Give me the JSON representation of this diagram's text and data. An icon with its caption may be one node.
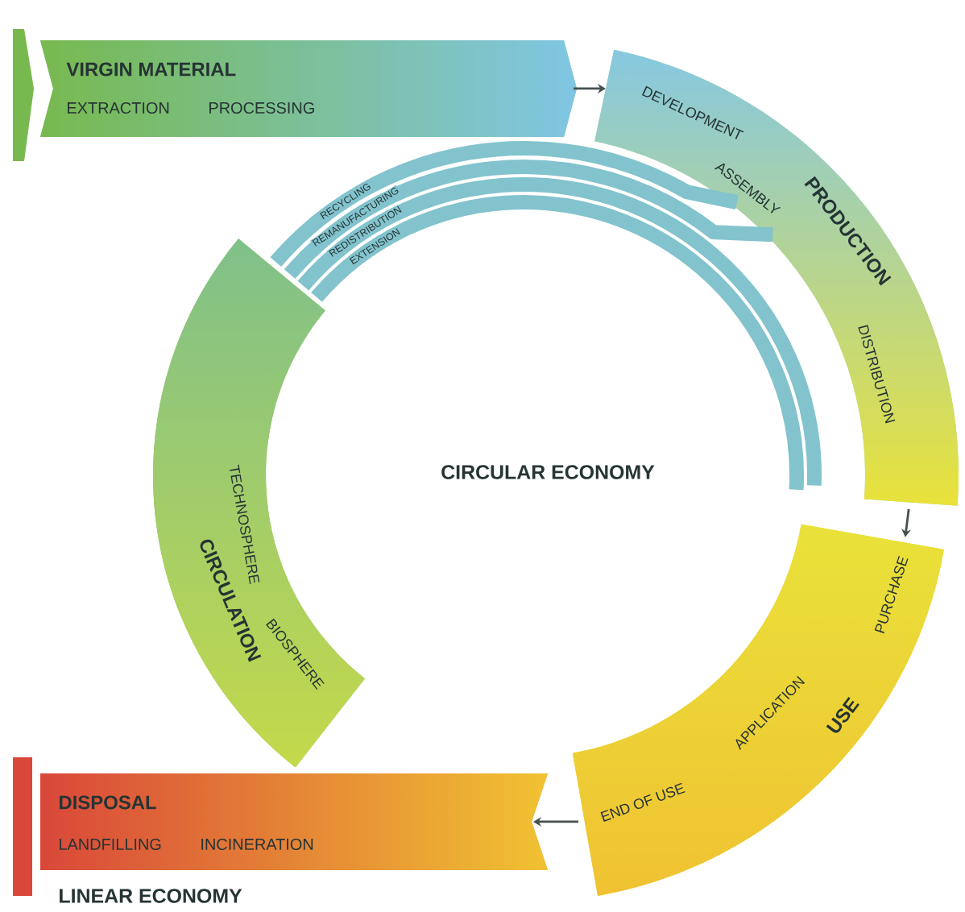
{
  "diagram": {
    "nodes": [
      {
        "text": [
          "VIRGIN MATERIAL",
          "EXTRACTION",
          "PROCESSING"
        ]
      },
      {
        "text": [
          "PRODUCTION",
          "DEVELOPMENT",
          "ASSEMBLY",
          "DISTRIBUTION"
        ]
      },
      {
        "text": [
          "USE",
          "PURCHASE",
          "APPLICATION",
          "END OF USE"
        ]
      },
      {
        "text": [
          "DISPOSAL",
          "LANDFILLING",
          "INCINERATION"
        ]
      },
      {
        "text": [
          "CIRCULATION",
          "TECHNOSPHERE",
          "BIOSPHERE"
        ]
      }
    ],
    "edges": [
      {
        "from": 0,
        "to": 1,
        "arrow": "to",
        "color": "#465050"
      },
      {
        "from": 1,
        "to": 2,
        "arrow": "to",
        "color": "#465050"
      },
      {
        "from": 2,
        "to": 3,
        "arrow": "to",
        "color": "#465050"
      },
      {
        "from": 4,
        "to": 1,
        "arrow": "none",
        "label": "RECYCLING"
      },
      {
        "from": 4,
        "to": 1,
        "arrow": "none",
        "label": "REMANUFACTURING"
      },
      {
        "from": 4,
        "to": 1,
        "arrow": "none",
        "label": "REDISTRIBUTION"
      },
      {
        "from": 4,
        "to": 1,
        "arrow": "none",
        "label": "EXTENSION"
      }
    ],
    "labels": [
      "CIRCULAR ECONOMY",
      "LINEAR ECONOMY"
    ]
  }
}
